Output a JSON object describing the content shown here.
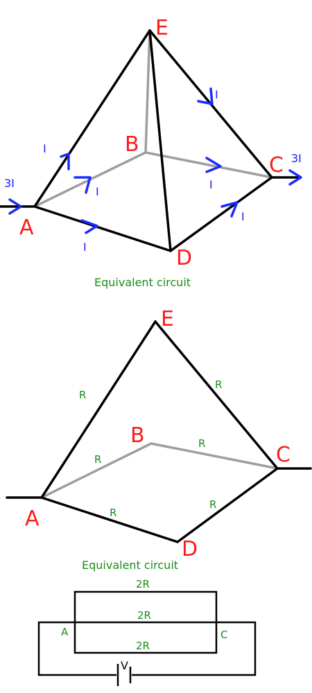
{
  "diagram": {
    "nodes": {
      "a": "A",
      "b": "B",
      "c": "C",
      "d": "D",
      "e": "E"
    },
    "currents": {
      "in": "3I",
      "out": "3I",
      "ae": "I",
      "ab": "I",
      "ad": "I",
      "ec": "I",
      "bc": "I",
      "dc": "I"
    },
    "caption_1": "Equivalent circuit",
    "resistors": {
      "ae": "R",
      "ec": "R",
      "ab": "R",
      "bc": "R",
      "ad": "R",
      "dc": "R"
    },
    "caption_2": "Equivalent circuit",
    "circuit": {
      "top": "2R",
      "middle": "2R",
      "bottom": "2R",
      "node_a": "A",
      "node_c": "C",
      "source": "V"
    },
    "colors": {
      "node_label": "#ff1a1a",
      "current": "#1a2bff",
      "resistor_label": "#1a8c1a",
      "hidden_edge": "#9e9e9e"
    }
  }
}
